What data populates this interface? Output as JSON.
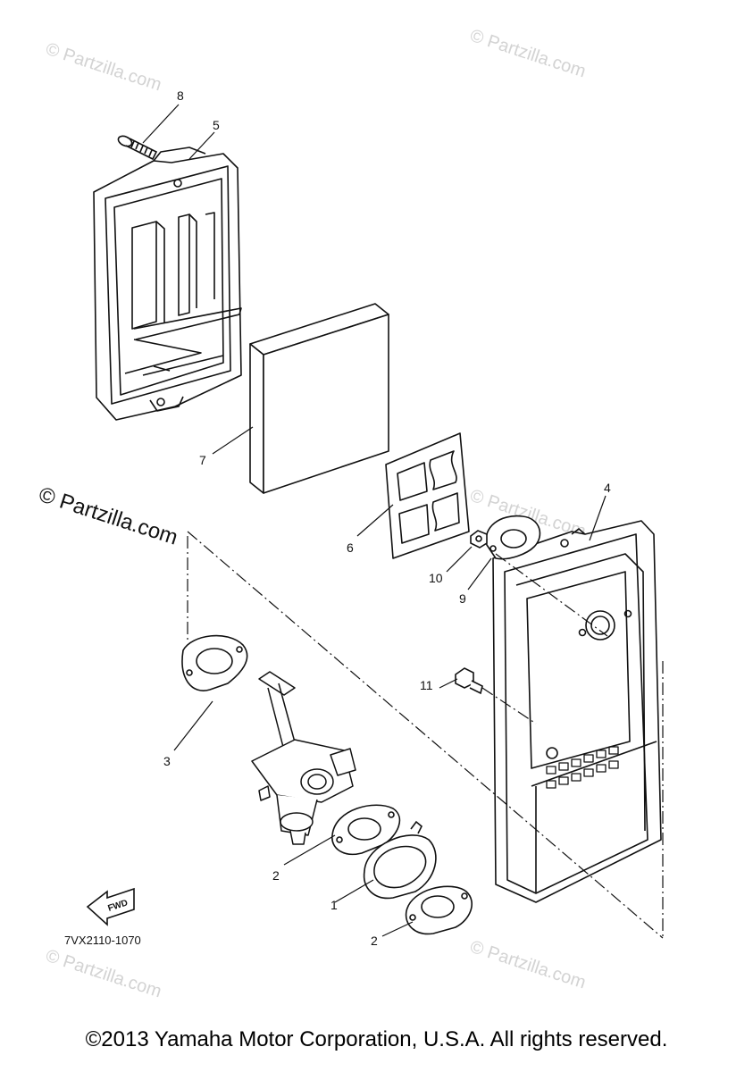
{
  "watermark": {
    "light_text": "© Partzilla.com",
    "bold_text": "© Partzilla.com"
  },
  "callouts": {
    "p1": "1",
    "p2a": "2",
    "p2b": "2",
    "p3": "3",
    "p4": "4",
    "p5": "5",
    "p6": "6",
    "p7": "7",
    "p8": "8",
    "p9": "9",
    "p10": "10",
    "p11": "11"
  },
  "fwd_label": "FWD",
  "diagram_code": "7VX2110-1070",
  "copyright": "©2013 Yamaha Motor Corporation, U.S.A. All rights reserved."
}
